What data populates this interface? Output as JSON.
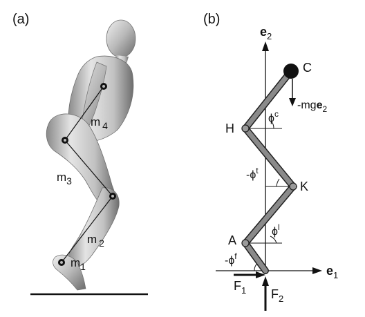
{
  "panel_a": {
    "label": "(a)",
    "masses": {
      "m1": "m",
      "m1_sub": "1",
      "m2": "m",
      "m2_sub": "2",
      "m3": "m",
      "m3_sub": "3",
      "m4": "m",
      "m4_sub": "4"
    }
  },
  "panel_b": {
    "label": "(b)",
    "axes": {
      "e1": "e",
      "e1_sub": "1",
      "e2": "e",
      "e2_sub": "2"
    },
    "joints": {
      "C": "C",
      "H": "H",
      "K": "K",
      "A": "A"
    },
    "gravity": {
      "prefix": "-mg",
      "vec": "e",
      "sub": "2"
    },
    "angles": {
      "phi_c": "ϕ",
      "phi_c_sup": "c",
      "phi_t": "-ϕ",
      "phi_t_sup": "t",
      "phi_l": "ϕ",
      "phi_l_sup": "l",
      "phi_f": "-ϕ",
      "phi_f_sup": "f"
    },
    "forces": {
      "F1": "F",
      "F1_sub": "1",
      "F2": "F",
      "F2_sub": "2"
    }
  },
  "colors": {
    "link": "#808080",
    "link_outline": "#202020",
    "body_light": "#d9d9d9",
    "body_dark": "#7a7a7a",
    "ink": "#111111"
  }
}
